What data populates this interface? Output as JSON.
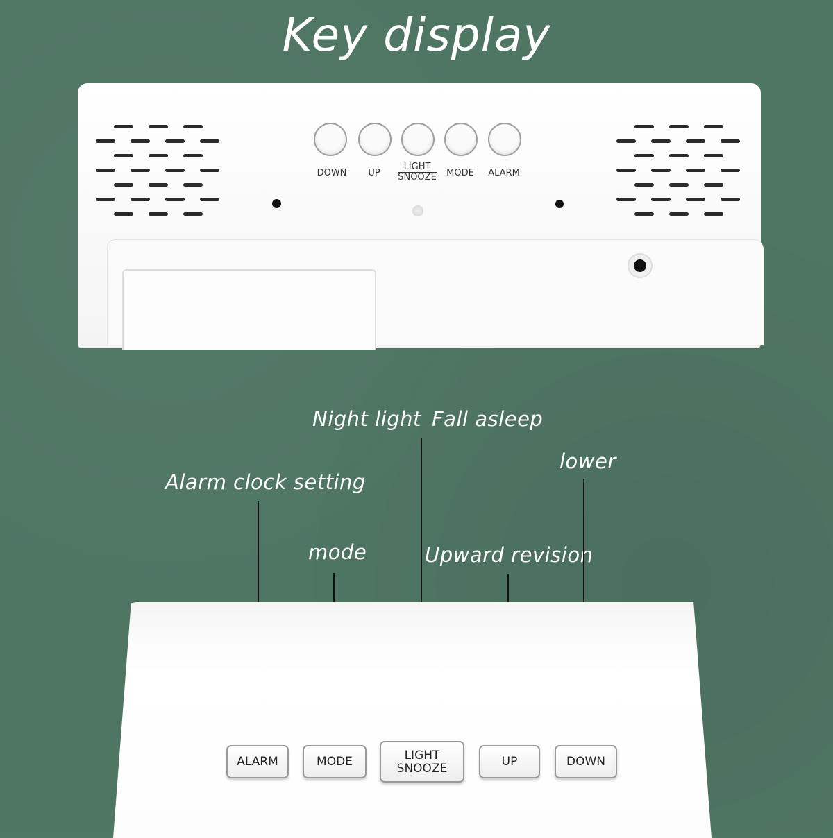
{
  "title": "Key display",
  "top_device": {
    "buttons": [
      "DOWN",
      "UP",
      "LIGHT",
      "SNOOZE",
      "MODE",
      "ALARM"
    ]
  },
  "annotations": {
    "night_light": "Night light",
    "fall_asleep": "Fall asleep",
    "lower": "lower",
    "alarm_clock_setting": "Alarm clock setting",
    "mode": "mode",
    "upward_revision": "Upward revision"
  },
  "bottom_device": {
    "buttons": {
      "alarm": "ALARM",
      "mode": "MODE",
      "light": "LIGHT",
      "snooze": "SNOOZE",
      "up": "UP",
      "down": "DOWN"
    }
  },
  "colors": {
    "background": "#4f7563",
    "device": "#ffffff",
    "leader": "#111111",
    "label_text": "#ffffff"
  }
}
